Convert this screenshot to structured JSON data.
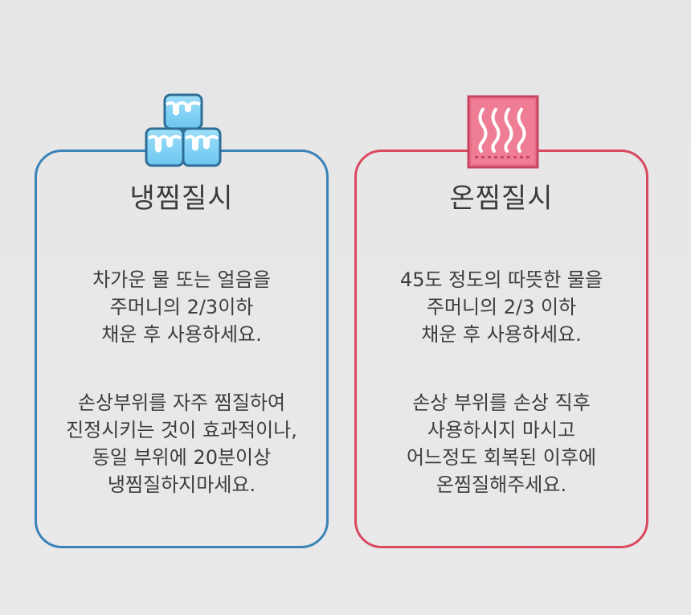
{
  "cold": {
    "icon": "ice-cubes-icon",
    "title": "냉찜질시",
    "paragraph1": [
      "차가운 물 또는 얼음을",
      "주머니의 2/3이하",
      "채운 후 사용하세요."
    ],
    "paragraph2": [
      "손상부위를 자주 찜질하여",
      "진정시키는 것이 효과적이나,",
      "동일 부위에 20분이상",
      "냉찜질하지마세요."
    ],
    "color": "#3a82b8"
  },
  "warm": {
    "icon": "heat-pad-icon",
    "title": "온찜질시",
    "paragraph1": [
      "45도 정도의 따뜻한 물을",
      "주머니의 2/3 이하",
      "채운 후 사용하세요."
    ],
    "paragraph2": [
      "손상 부위를 손상 직후",
      "사용하시지 마시고",
      "어느정도 회복된 이후에",
      "온찜질해주세요."
    ],
    "color": "#d94a60"
  }
}
